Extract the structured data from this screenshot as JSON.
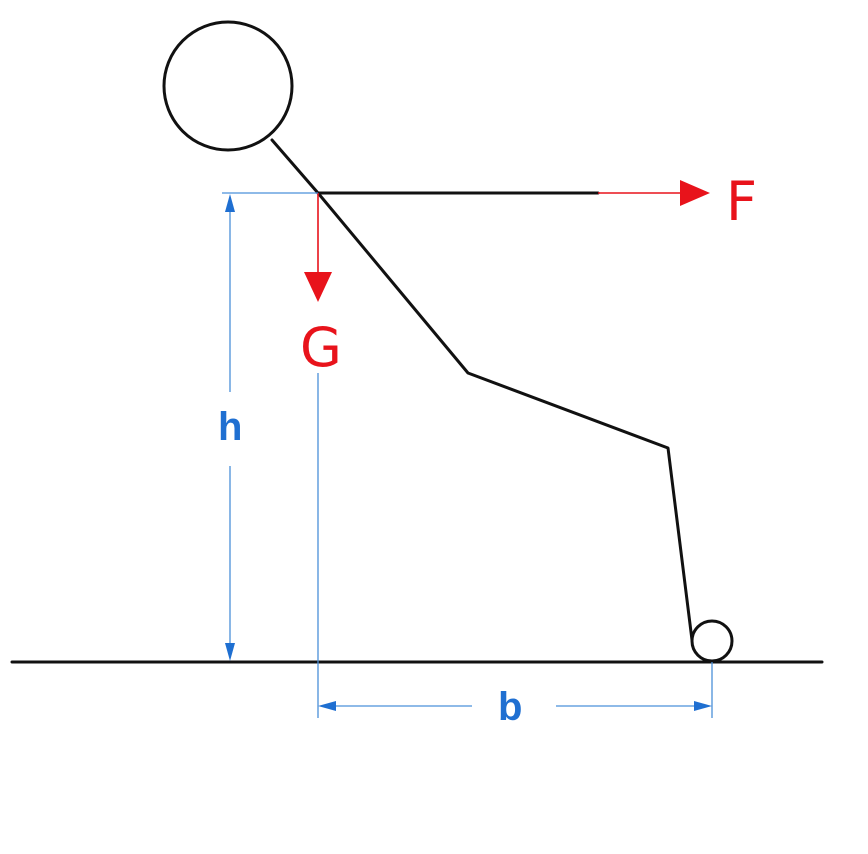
{
  "labels": {
    "force_horizontal": "F",
    "force_weight": "G",
    "height": "h",
    "base": "b"
  },
  "colors": {
    "force": "#e8131b",
    "dimension_text": "#1f6fd1",
    "dimension_line": "#4a90d9",
    "structure": "#111111",
    "background": "#ffffff"
  }
}
